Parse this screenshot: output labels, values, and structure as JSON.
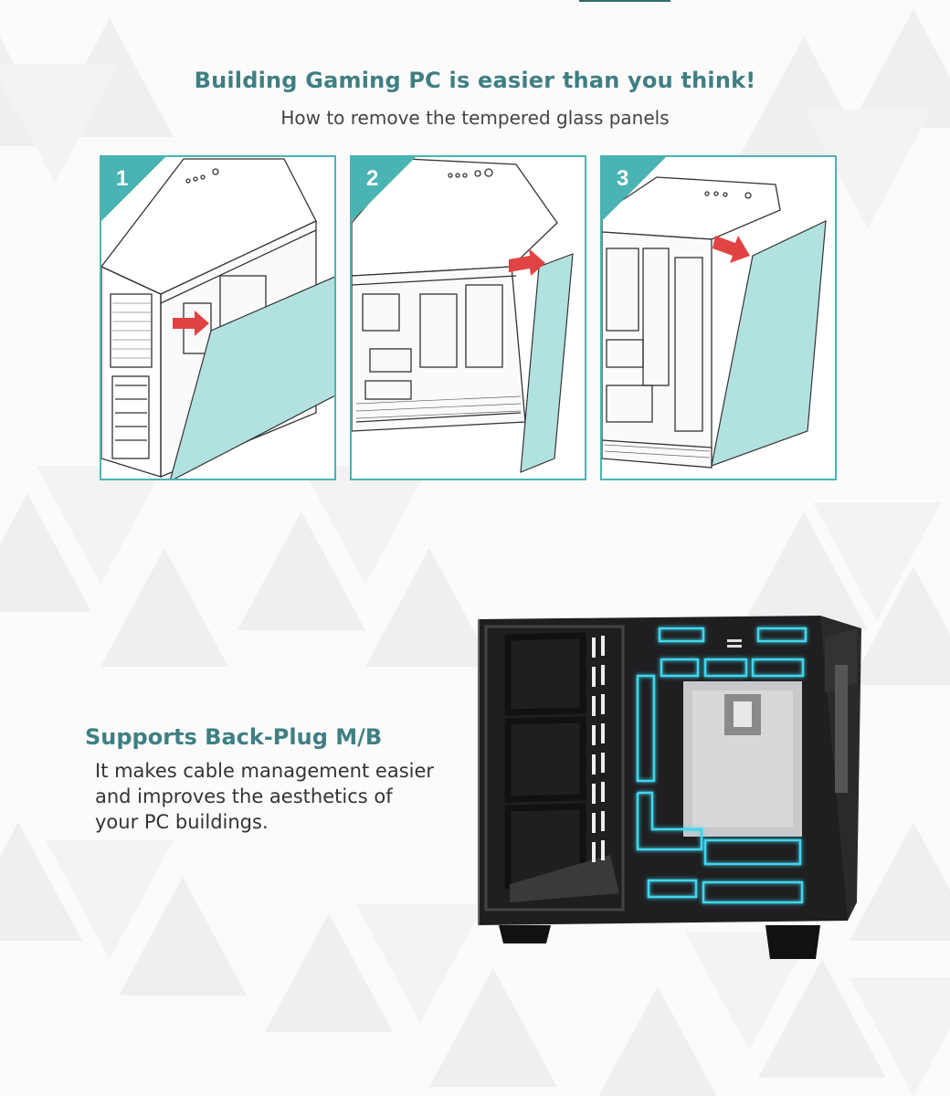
{
  "header": {
    "title": "Building Gaming PC is easier than you think!",
    "subtitle": "How to remove the tempered glass panels"
  },
  "steps": [
    {
      "number": "1"
    },
    {
      "number": "2"
    },
    {
      "number": "3"
    }
  ],
  "feature": {
    "title": "Supports Back-Plug M/B",
    "description_lines": [
      "It makes cable management easier",
      "and improves the aesthetics of",
      "your PC buildings."
    ]
  },
  "colors": {
    "accent": "#4ab3b4",
    "heading": "#3f7f84",
    "glass_panel": "#b2e2e0",
    "arrow": "#e04343",
    "case_body": "#1f1f21",
    "led_glow": "#3fd6ee"
  }
}
